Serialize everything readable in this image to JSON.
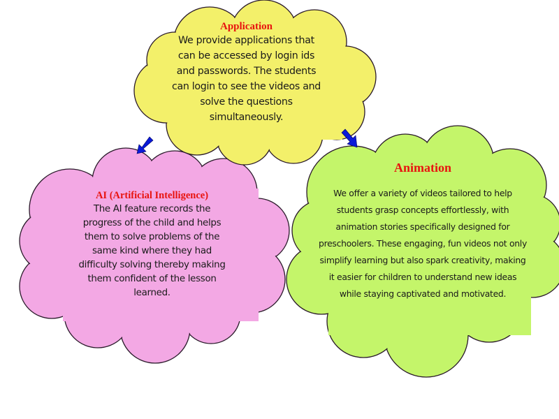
{
  "diagram": {
    "colors": {
      "application_fill": "#f3f06a",
      "ai_fill": "#f3a8e4",
      "animation_fill": "#c4f56a",
      "outline": "#2a1a2a",
      "title": "#e8140f",
      "arrow": "#0a1ad8"
    },
    "nodes": {
      "application": {
        "title": "Application",
        "body": "We provide applications that can be accessed by login ids and passwords. The students can login to see the videos and solve the questions simultaneously."
      },
      "ai": {
        "title": "AI (Artificial Intelligence)",
        "body": "The AI feature records the progress of the child and helps them to solve problems of the same kind where they had difficulty solving thereby making them confident of the lesson learned."
      },
      "animation": {
        "title": "Animation",
        "body": "We offer a variety of videos tailored to help students grasp concepts effortlessly, with animation stories specifically designed for preschoolers. These engaging, fun videos not only simplify learning but also spark creativity, making it easier for children to understand new ideas while staying captivated and motivated."
      }
    },
    "edges": [
      {
        "from": "application",
        "to": "ai"
      },
      {
        "from": "application",
        "to": "animation"
      }
    ]
  }
}
